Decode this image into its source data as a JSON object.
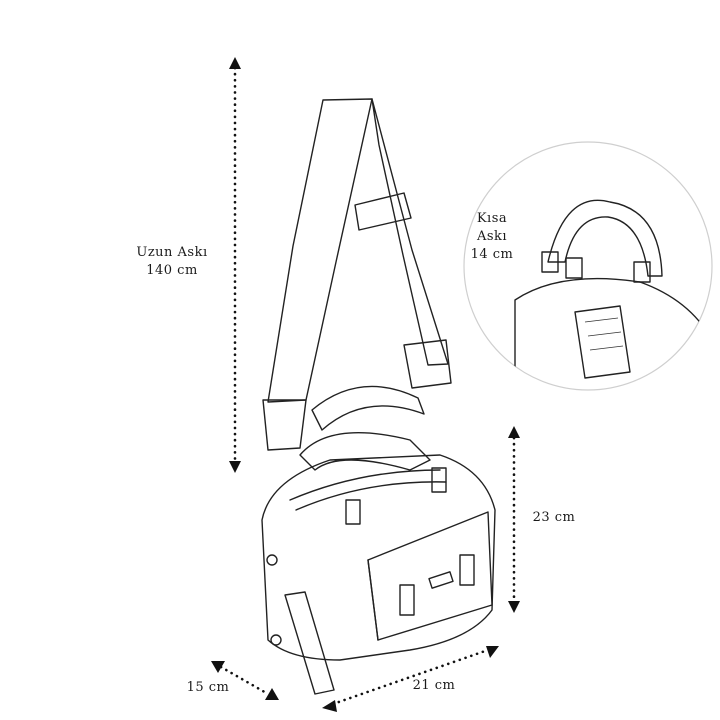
{
  "dimensions": {
    "long_strap": {
      "name": "Uzun Askı",
      "value": "140 cm"
    },
    "short_strap": {
      "name_line1": "Kısa",
      "name_line2": "Askı",
      "value": "14 cm"
    },
    "height": {
      "value": "23 cm"
    },
    "depth": {
      "value": "15 cm"
    },
    "width": {
      "value": "21 cm"
    }
  },
  "colors": {
    "line": "#222222",
    "background": "#ffffff"
  }
}
